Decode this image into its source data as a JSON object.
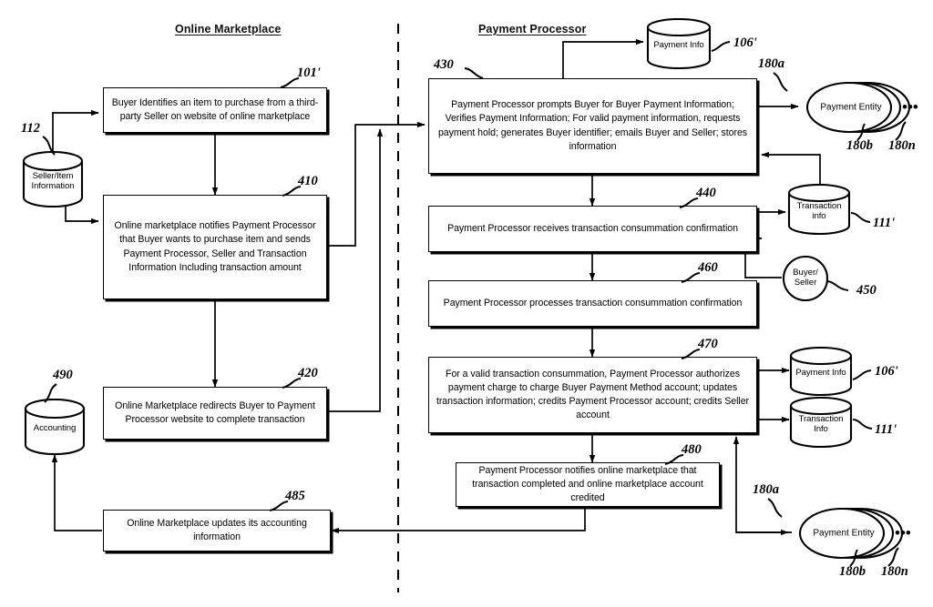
{
  "figure": {
    "type": "patent-flowchart",
    "lanes": [
      {
        "id": "lane-marketplace",
        "title": "Online Marketplace"
      },
      {
        "id": "lane-processor",
        "title": "Payment Processor"
      }
    ],
    "divider": "vertical-dashed-lane-divider"
  },
  "process_boxes": [
    {
      "id": "box-101",
      "ref": "101'",
      "lane": "Online Marketplace",
      "text": "Buyer Identifies an item to purchase from a third-party Seller on website of online marketplace"
    },
    {
      "id": "box-410",
      "ref": "410",
      "lane": "Online Marketplace",
      "text": "Online marketplace notifies Payment Processor that Buyer wants to purchase item and sends Payment Processor, Seller and Transaction Information Including transaction amount"
    },
    {
      "id": "box-420",
      "ref": "420",
      "lane": "Online Marketplace",
      "text": "Online Marketplace redirects Buyer to Payment Processor website to complete transaction"
    },
    {
      "id": "box-485",
      "ref": "485",
      "lane": "Online Marketplace",
      "text": "Online Marketplace updates its accounting information"
    },
    {
      "id": "box-430",
      "ref": "430",
      "lane": "Payment Processor",
      "text": "Payment Processor prompts Buyer for Buyer Payment Information; Verifies Payment Information; For valid payment information, requests payment hold; generates Buyer identifier; emails Buyer and Seller; stores information"
    },
    {
      "id": "box-440",
      "ref": "440",
      "lane": "Payment Processor",
      "text": "Payment Processor receives transaction consummation confirmation"
    },
    {
      "id": "box-460",
      "ref": "460",
      "lane": "Payment Processor",
      "text": "Payment Processor processes transaction consummation confirmation"
    },
    {
      "id": "box-470",
      "ref": "470",
      "lane": "Payment Processor",
      "text": "For a valid transaction consummation, Payment Processor authorizes payment charge to charge Buyer Payment Method account; updates transaction information; credits Payment Processor account; credits Seller account"
    },
    {
      "id": "box-480",
      "ref": "480",
      "lane": "Payment Processor",
      "text": "Payment Processor notifies online marketplace that transaction completed and online marketplace account credited"
    }
  ],
  "datastores": [
    {
      "id": "ds-112",
      "ref": "112",
      "line1": "Seller/Item",
      "line2": "Information",
      "shape": "cylinder"
    },
    {
      "id": "ds-490",
      "ref": "490",
      "line1": "Accounting",
      "line2": "",
      "shape": "cylinder"
    },
    {
      "id": "ds-106-top",
      "ref": "106'",
      "line1": "Payment Info",
      "line2": "",
      "shape": "cylinder"
    },
    {
      "id": "ds-111-mid",
      "ref": "111'",
      "line1": "Transaction",
      "line2": "info",
      "shape": "cylinder"
    },
    {
      "id": "ds-106-low",
      "ref": "106'",
      "line1": "Payment Info",
      "line2": "",
      "shape": "cylinder"
    },
    {
      "id": "ds-111-low",
      "ref": "111'",
      "line1": "Transaction",
      "line2": "Info",
      "shape": "cylinder"
    }
  ],
  "actors": [
    {
      "id": "actor-450",
      "ref": "450",
      "line1": "Buyer/",
      "line2": "Seller",
      "shape": "circle"
    }
  ],
  "entities": [
    {
      "id": "entity-top",
      "label": "Payment Entity",
      "shape": "stacked-ellipses",
      "refs": {
        "first": "180a",
        "second": "180b",
        "last": "180n"
      },
      "ellipsis": "•••"
    },
    {
      "id": "entity-bottom",
      "label": "Payment Entity",
      "shape": "stacked-ellipses",
      "refs": {
        "first": "180a",
        "second": "180b",
        "last": "180n"
      },
      "ellipsis": "•••"
    }
  ],
  "colors": {
    "ink": "#000000",
    "paper": "#ffffff"
  }
}
